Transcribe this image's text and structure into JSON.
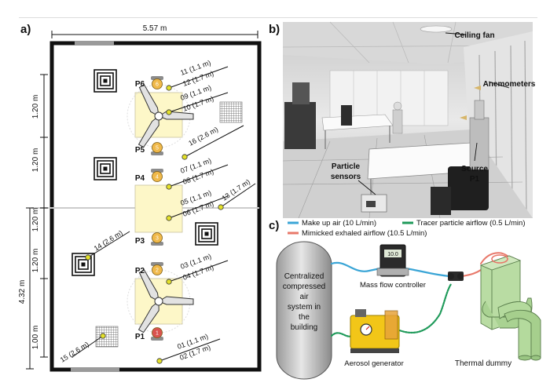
{
  "panels": {
    "a": "a)",
    "b": "b)",
    "c": "c)"
  },
  "room": {
    "width_label": "5.57 m",
    "total_height_label": "4.32 m",
    "segment_labels": [
      "1.20 m",
      "1.20 m",
      "1.20 m",
      "1.20 m",
      "1.00 m"
    ],
    "people": [
      "P6",
      "P5",
      "P4",
      "P3",
      "P2",
      "P1"
    ],
    "head_marks": {
      "P6": "6",
      "P5": "5",
      "P4": "4",
      "P3": "3",
      "P2": "2",
      "P1": "1"
    },
    "sensors": [
      {
        "id": "s11",
        "text": "11 (1.1 m)"
      },
      {
        "id": "s12",
        "text": "12 (1.7 m)"
      },
      {
        "id": "s09",
        "text": "09 (1.1 m)"
      },
      {
        "id": "s10",
        "text": "10 (1.7 m)"
      },
      {
        "id": "s16",
        "text": "16 (2.6 m)"
      },
      {
        "id": "s07",
        "text": "07 (1.1 m)"
      },
      {
        "id": "s08",
        "text": "08 (1.7 m)"
      },
      {
        "id": "s05",
        "text": "05 (1.1 m)"
      },
      {
        "id": "s06",
        "text": "06 (1.7 m)"
      },
      {
        "id": "s13",
        "text": "13 (1.7 m)"
      },
      {
        "id": "s14",
        "text": "14 (2.6 m)"
      },
      {
        "id": "s03",
        "text": "03 (1.1 m)"
      },
      {
        "id": "s04",
        "text": "04 (1.7 m)"
      },
      {
        "id": "s15",
        "text": "15 (2.6 m)"
      },
      {
        "id": "s01",
        "text": "01 (1.1 m)"
      },
      {
        "id": "s02",
        "text": "02 (1.7 m)"
      }
    ]
  },
  "photo": {
    "ceiling_fan": "Ceiling fan",
    "anemometers": "Anemometers",
    "particle_sensors_1": "Particle",
    "particle_sensors_2": "sensors",
    "source_1": "Source",
    "source_2": "P1"
  },
  "legend": {
    "makeup": "Make up air (10 L/min)",
    "tracer": "Tracer particle airflow (0.5 L/min)",
    "exhaled": "Mimicked exhaled airflow (10.5 L/min)",
    "colors": {
      "makeup": "#3aa5d6",
      "tracer": "#1f9a5a",
      "exhaled": "#e8786a"
    }
  },
  "setup": {
    "tank_lines": [
      "Centralized",
      "compressed",
      "air",
      "system in",
      "the",
      "building"
    ],
    "mfc": "Mass flow controller",
    "mfc_display": "10.0",
    "aerosol": "Aerosol generator",
    "dummy": "Thermal dummy"
  }
}
